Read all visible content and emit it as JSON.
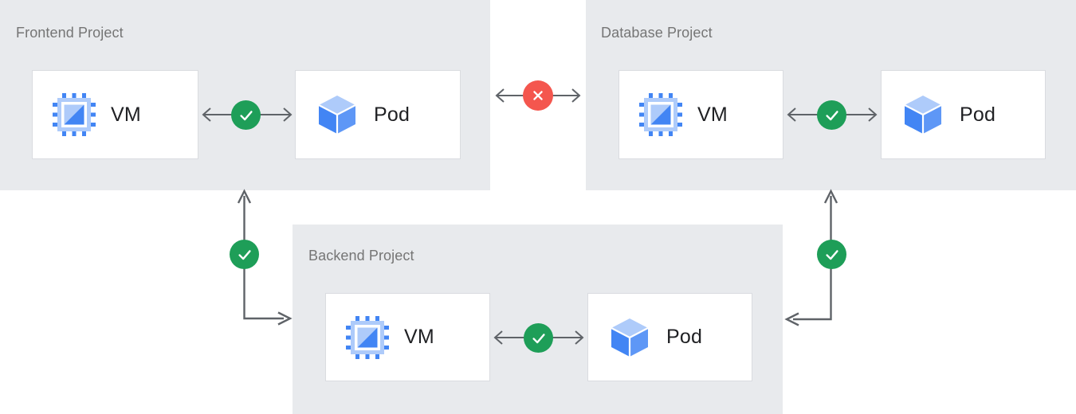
{
  "diagram": {
    "title_color": "#757575",
    "panel_color": "#e8eaed",
    "card_border_color": "#dadce0",
    "ok_color": "#1e9e58",
    "error_color": "#f4564e",
    "arrow_color": "#5f6368"
  },
  "panels": [
    {
      "id": "frontend",
      "title": "Frontend Project",
      "resources": [
        {
          "label": "VM",
          "icon": "chip-icon"
        },
        {
          "label": "Pod",
          "icon": "cube-icon"
        }
      ],
      "link_status": "ok"
    },
    {
      "id": "database",
      "title": "Database Project",
      "resources": [
        {
          "label": "VM",
          "icon": "chip-icon"
        },
        {
          "label": "Pod",
          "icon": "cube-icon"
        }
      ],
      "link_status": "ok"
    },
    {
      "id": "backend",
      "title": "Backend Project",
      "resources": [
        {
          "label": "VM",
          "icon": "chip-icon"
        },
        {
          "label": "Pod",
          "icon": "cube-icon"
        }
      ],
      "link_status": "ok"
    }
  ],
  "connections": [
    {
      "id": "frontend-database",
      "from": "frontend",
      "to": "database",
      "status": "error",
      "badge": "x-mark-icon"
    },
    {
      "id": "frontend-backend",
      "from": "frontend",
      "to": "backend",
      "status": "ok",
      "badge": "check-mark-icon"
    },
    {
      "id": "database-backend",
      "from": "database",
      "to": "backend",
      "status": "ok",
      "badge": "check-mark-icon"
    }
  ]
}
